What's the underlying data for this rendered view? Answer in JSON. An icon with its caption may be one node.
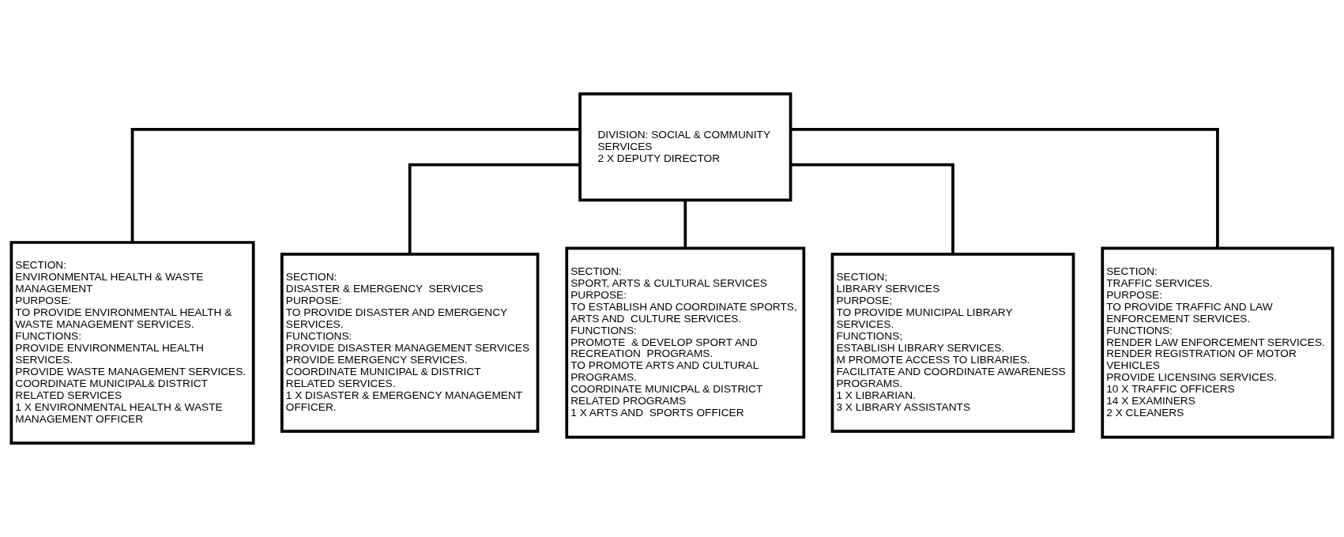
{
  "diagram": {
    "nodes": [
      {
        "text": [
          "DIVISION: SOCIAL & COMMUNITY SERVICES",
          "2 X DEPUTY DIRECTOR"
        ]
      },
      {
        "text": [
          "SECTION:",
          "ENVIRONMENTAL HEALTH & WASTE MANAGEMENT",
          "PURPOSE:",
          "TO PROVIDE ENVIRONMENTAL HEALTH & WASTE MANAGEMENT SERVICES.",
          "FUNCTIONS:",
          "PROVIDE ENVIRONMENTAL HEALTH SERVICES.",
          "PROVIDE WASTE MANAGEMENT SERVICES.",
          "COORDINATE MUNICIPAL& DISTRICT RELATED SERVICES",
          "1 X ENVIRONMENTAL HEALTH & WASTE MANAGEMENT OFFICER"
        ]
      },
      {
        "text": [
          "SECTION:",
          "DISASTER & EMERGENCY  SERVICES",
          "PURPOSE:",
          "TO PROVIDE DISASTER AND EMERGENCY SERVICES.",
          "FUNCTIONS:",
          "PROVIDE DISASTER MANAGEMENT SERVICES",
          "PROVIDE EMERGENCY SERVICES.",
          "COORDINATE MUNICIPAL & DISTRICT RELATED SERVICES.",
          "1 X DISASTER & EMERGENCY MANAGEMENT OFFICER."
        ]
      },
      {
        "text": [
          "SECTION:",
          "SPORT, ARTS & CULTURAL SERVICES",
          "PURPOSE:",
          "TO ESTABLISH AND COORDINATE SPORTS, ARTS AND  CULTURE SERVICES.",
          "FUNCTIONS:",
          "PROMOTE  & DEVELOP SPORT AND RECREATION  PROGRAMS.",
          "TO PROMOTE ARTS AND CULTURAL PROGRAMS.",
          "COORDINATE MUNICPAL & DISTRICT RELATED PROGRAMS",
          "1 X ARTS AND  SPORTS OFFICER"
        ]
      },
      {
        "text": [
          "SECTION;",
          "LIBRARY SERVICES",
          "PURPOSE;",
          "TO PROVIDE MUNICIPAL LIBRARY SERVICES.",
          "FUNCTIONS;",
          "ESTABLISH LIBRARY SERVICES.",
          "M PROMOTE ACCESS TO LIBRARIES.",
          "FACILITATE AND COORDINATE AWARENESS PROGRAMS.",
          "1 X LIBRARIAN.",
          "3 X LIBRARY ASSISTANTS"
        ]
      },
      {
        "text": [
          "SECTION:",
          "TRAFFIC SERVICES.",
          "PURPOSE:",
          "TO PROVIDE TRAFFIC AND LAW ENFORCEMENT SERVICES.",
          "FUNCTIONS:",
          "RENDER LAW ENFORCEMENT SERVICES.",
          "RENDER REGISTRATION OF MOTOR VEHICLES",
          "PROVIDE LICENSING SERVICES.",
          "10 X TRAFFIC OFFICERS",
          "14 X EXAMINERS",
          "2 X CLEANERS"
        ]
      }
    ],
    "edges": [
      {
        "from": 0,
        "to": 1,
        "arrow": "none"
      },
      {
        "from": 0,
        "to": 2,
        "arrow": "none"
      },
      {
        "from": 0,
        "to": 3,
        "arrow": "none"
      },
      {
        "from": 0,
        "to": 4,
        "arrow": "none"
      },
      {
        "from": 0,
        "to": 5,
        "arrow": "none"
      }
    ]
  }
}
